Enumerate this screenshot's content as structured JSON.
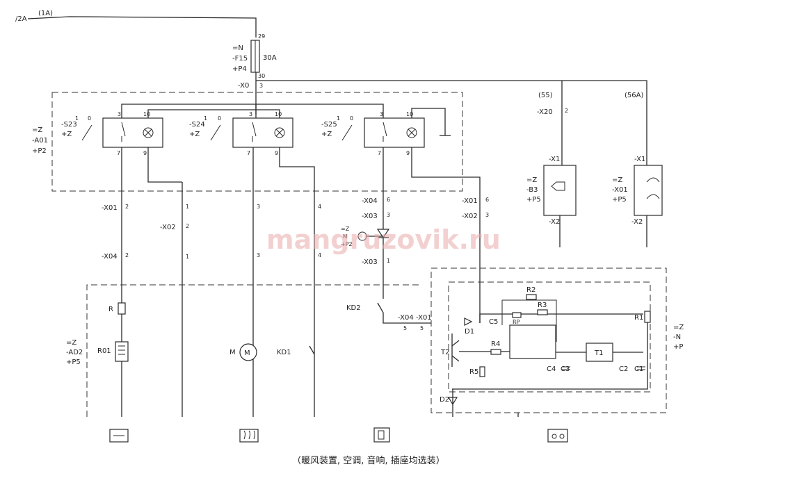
{
  "top": {
    "ref": "/2A",
    "ref2": "(1A)"
  },
  "fuse": {
    "plant": "=N",
    "name": "-F15",
    "loc": "+P4",
    "rating": "30A",
    "pin_in": "29",
    "pin_out": "30",
    "connector": "-X0",
    "connector_pin": "3"
  },
  "panel": {
    "plant": "=Z",
    "name": "-A01",
    "loc": "+P2",
    "switches": [
      {
        "name": "-S23",
        "loc": "+Z",
        "pos1": "1",
        "pos0": "0",
        "pins": [
          "3",
          "10",
          "7",
          "9"
        ]
      },
      {
        "name": "-S24",
        "loc": "+Z",
        "pos1": "1",
        "pos0": "0",
        "pins": [
          "3",
          "10",
          "7",
          "9"
        ]
      },
      {
        "name": "-S25",
        "loc": "+Z",
        "pos1": "1",
        "pos0": "0",
        "pins": [
          "3",
          "10",
          "7",
          "9"
        ]
      }
    ]
  },
  "connectors": {
    "c1a": "-X01",
    "c1a_pin": "2",
    "c1b": "-X04",
    "c1b_pin": "2",
    "c2": "-X02",
    "c2_pin1": "1",
    "c2_pin2": "2",
    "c2_pin3": "1",
    "c3_pin1": "3",
    "c3_pin2": "3",
    "c4_pin1": "4",
    "c4_pin2": "4",
    "c5a": "-X04",
    "c5a_pin": "6",
    "c5b": "-X03",
    "c5b_pin": "3",
    "c5c": "-X03",
    "c5c_pin": "1",
    "c6a": "-X01",
    "c6a_pin": "6",
    "c6b": "-X02",
    "c6b_pin": "3",
    "c7a": "-X04",
    "c7a_pin": "5",
    "c7b": "-X01",
    "c7b_pin": "5"
  },
  "m1": {
    "plant": "=Z",
    "name": "M",
    "loc": "+P2"
  },
  "heater": {
    "plant": "=Z",
    "name": "-AD2",
    "loc": "+P5",
    "r": "R",
    "ro": "R01"
  },
  "motor": {
    "name": "M"
  },
  "relay": {
    "name": "KD1",
    "contact": "KD2"
  },
  "refs": {
    "r55": "(55)",
    "r56a": "(56A)"
  },
  "b3": {
    "conn": "-X20",
    "conn_pin": "2",
    "top": "-X1",
    "plant": "=Z",
    "name": "-B3",
    "loc": "+P5",
    "bottom": "-X2"
  },
  "x01dev": {
    "top": "-X1",
    "plant": "=Z",
    "name": "-X01",
    "loc": "+P5",
    "bottom": "-X2"
  },
  "ctrl": {
    "plant": "=Z",
    "name": "-N",
    "loc": "+P",
    "parts": {
      "r1": "R1",
      "r2": "R2",
      "r3": "R3",
      "r4": "R4",
      "r5": "R5",
      "rp": "RP",
      "c1": "C1",
      "c2": "C2",
      "c3": "C3",
      "c4": "C4",
      "c5": "C5",
      "d1": "D1",
      "d2": "D2",
      "t1": "T1",
      "t2": "T2"
    }
  },
  "bottom_icons": [
    "fan-symbol-icon",
    "heat-symbol-icon",
    "audio-symbol-icon",
    "socket-symbol-icon"
  ],
  "watermark": "mangruzovik.ru",
  "caption": "（暖风装置, 空调, 音响, 插座均选装）"
}
